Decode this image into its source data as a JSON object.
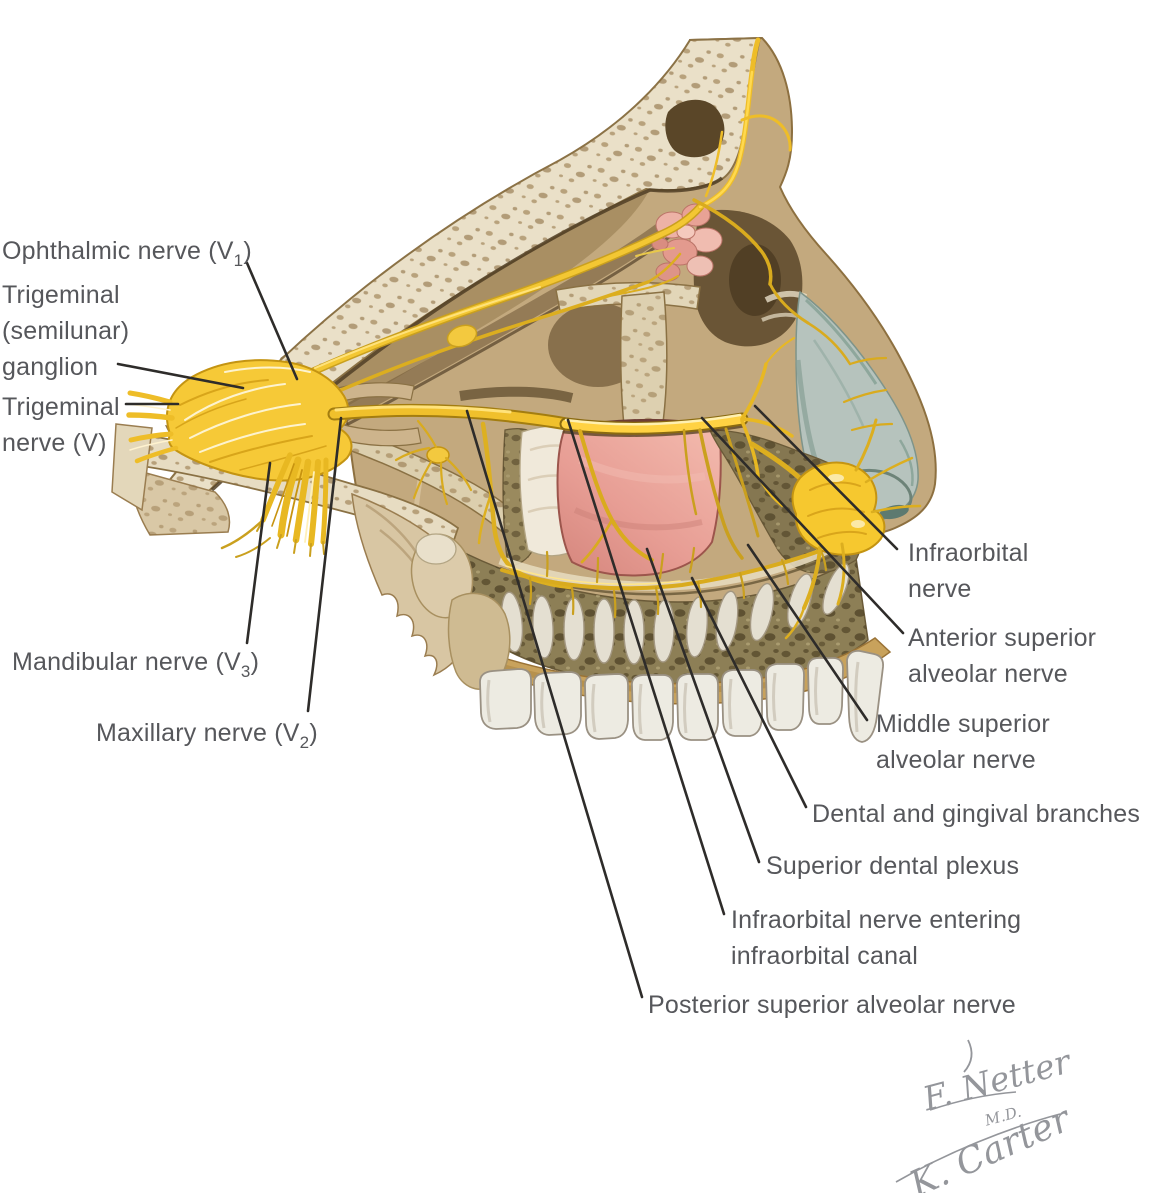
{
  "figure": {
    "labels": {
      "ophthalmic": {
        "pre": "Ophthalmic nerve (V",
        "sub": "1",
        "post": ")"
      },
      "trigeminal_ganglion": {
        "lines": [
          "Trigeminal",
          "(semilunar)",
          "ganglion"
        ]
      },
      "trigeminal_nerve": {
        "lines": [
          "Trigeminal",
          "nerve (V)"
        ]
      },
      "mandibular": {
        "pre": "Mandibular nerve (V",
        "sub": "3",
        "post": ")"
      },
      "maxillary": {
        "pre": "Maxillary nerve (V",
        "sub": "2",
        "post": ")"
      },
      "infraorbital": {
        "lines": [
          "Infraorbital",
          "nerve"
        ]
      },
      "anterior_superior_alveolar": {
        "lines": [
          "Anterior superior",
          "alveolar nerve"
        ]
      },
      "middle_superior_alveolar": {
        "lines": [
          "Middle superior",
          "alveolar nerve"
        ]
      },
      "dental_gingival": {
        "lines": [
          "Dental and gingival branches"
        ]
      },
      "superior_dental_plexus": {
        "lines": [
          "Superior dental plexus"
        ]
      },
      "infraorbital_canal": {
        "lines": [
          "Infraorbital nerve entering",
          "infraorbital canal"
        ]
      },
      "posterior_superior_alveolar": {
        "lines": [
          "Posterior superior alveolar nerve"
        ]
      }
    },
    "signature": {
      "artist_1": "F. Netter",
      "artist_1_credential": "M.D.",
      "artist_2": "K. Carter"
    },
    "colors": {
      "nerve_yellow": "#f0c02c",
      "nerve_bright": "#ffd94f",
      "sinus_pink": "#e79d94",
      "bone_cream": "#eae0c8",
      "bone_tan": "#c3a97e",
      "spongy_olive": "#8d7f56",
      "nose_gray": "#b6c3bd",
      "teeth_white": "#edebe2",
      "label_text": "#56575b",
      "leader_line": "#2e2c2a",
      "signature_gray": "#94969b"
    }
  }
}
